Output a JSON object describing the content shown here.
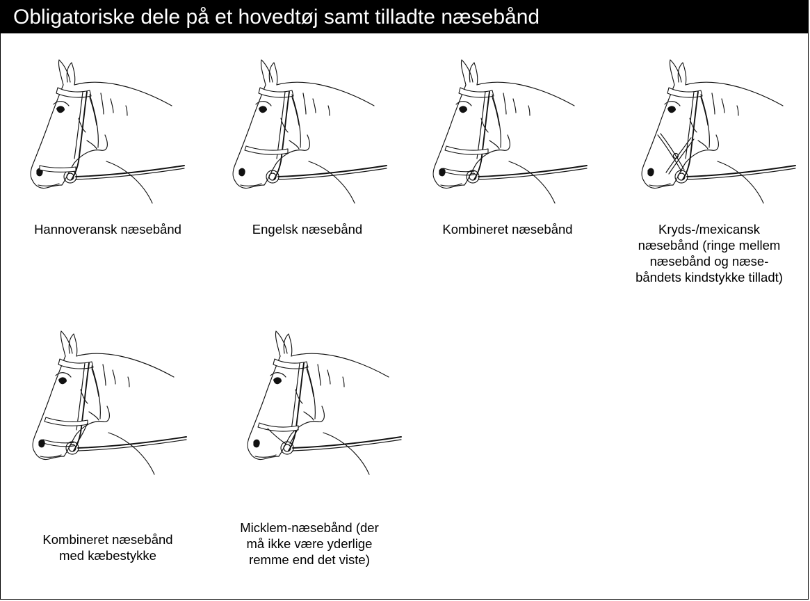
{
  "title": "Obligatoriske dele på et hovedtøj samt tilladte næsebånd",
  "figures": [
    {
      "caption": "Hannoveransk næsebånd",
      "icon": "horse-head-hannoveransk-noseband-illustration"
    },
    {
      "caption": "Engelsk næsebånd",
      "icon": "horse-head-engelsk-noseband-illustration"
    },
    {
      "caption": "Kombineret næsebånd",
      "icon": "horse-head-kombineret-noseband-illustration"
    },
    {
      "caption": "Kryds-/mexicansk næsebånd (ringe mellem næsebånd og næse-båndets kindstykke tilladt)",
      "caption_lines": [
        "Kryds-/mexicansk",
        "næsebånd (ringe mellem",
        "næsebånd og næse-",
        "båndets kindstykke tilladt)"
      ],
      "icon": "horse-head-kryds-mexicansk-noseband-illustration"
    },
    {
      "caption": "Kombineret næsebånd med kæbestykke",
      "caption_lines": [
        "Kombineret næsebånd",
        "med kæbestykke"
      ],
      "icon": "horse-head-kombineret-med-kaebestykke-illustration"
    },
    {
      "caption": "Micklem-næsebånd (der må ikke være yderlige remme end det viste)",
      "caption_lines": [
        "Micklem-næsebånd (der",
        "må ikke være yderlige",
        "remme end det viste)"
      ],
      "icon": "horse-head-micklem-noseband-illustration"
    }
  ]
}
